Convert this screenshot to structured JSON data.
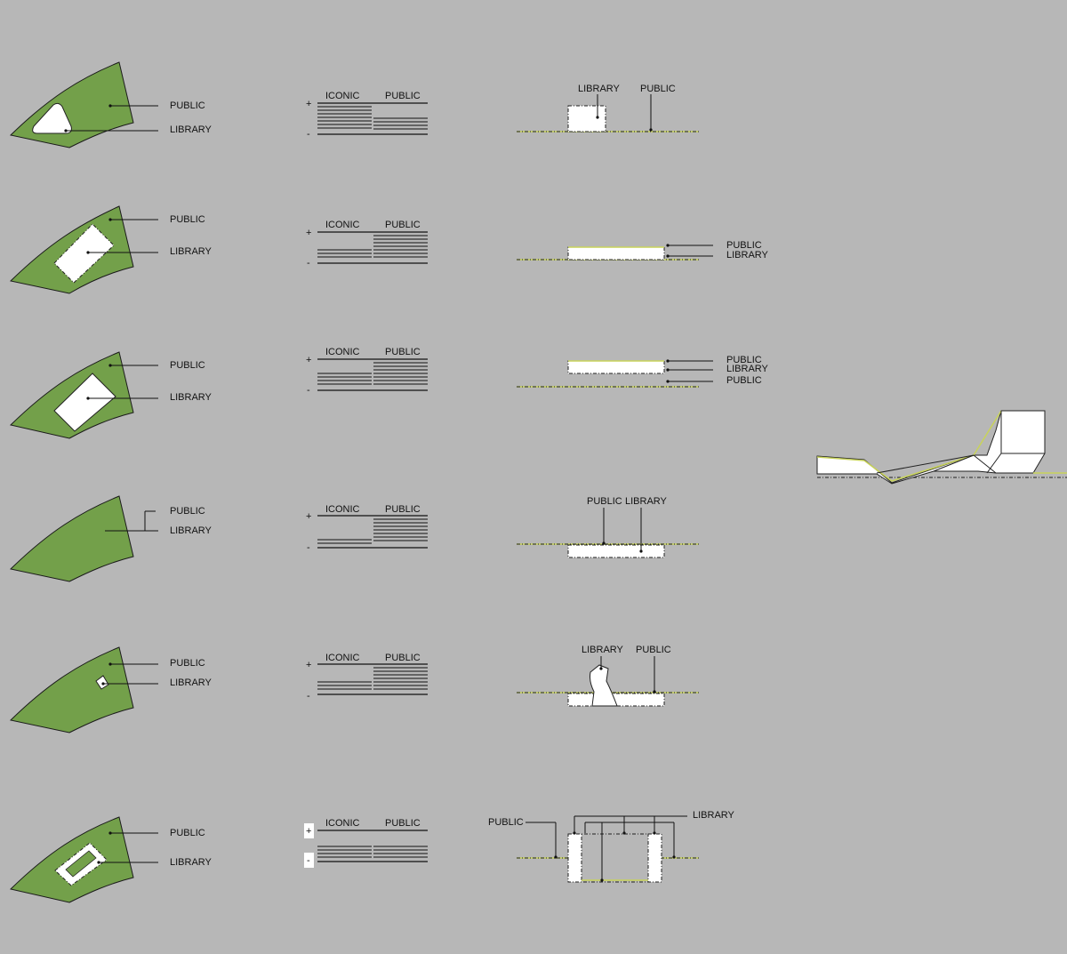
{
  "colors": {
    "background": "#b7b7b7",
    "site_green": "#73a04a",
    "ground_yellow": "#c8d35a",
    "white": "#ffffff",
    "line": "#111111"
  },
  "labels": {
    "public": "PUBLIC",
    "library": "LIBRARY",
    "iconic": "ICONIC",
    "plus": "+",
    "minus": "-"
  },
  "rows": [
    {
      "id": 1,
      "chart_axes": [
        "ICONIC",
        "PUBLIC"
      ],
      "plan_labels": [
        "PUBLIC",
        "LIBRARY"
      ],
      "section_labels": [
        "LIBRARY",
        "PUBLIC"
      ]
    },
    {
      "id": 2,
      "chart_axes": [
        "ICONIC",
        "PUBLIC"
      ],
      "plan_labels": [
        "PUBLIC",
        "LIBRARY"
      ],
      "section_labels": [
        "PUBLIC",
        "LIBRARY"
      ]
    },
    {
      "id": 3,
      "chart_axes": [
        "ICONIC",
        "PUBLIC"
      ],
      "plan_labels": [
        "PUBLIC",
        "LIBRARY"
      ],
      "section_labels": [
        "PUBLIC",
        "LIBRARY",
        "PUBLIC"
      ]
    },
    {
      "id": 4,
      "chart_axes": [
        "ICONIC",
        "PUBLIC"
      ],
      "plan_labels": [
        "PUBLIC",
        "LIBRARY"
      ],
      "section_labels": [
        "PUBLIC",
        "LIBRARY"
      ]
    },
    {
      "id": 5,
      "chart_axes": [
        "ICONIC",
        "PUBLIC"
      ],
      "plan_labels": [
        "PUBLIC",
        "LIBRARY"
      ],
      "section_labels": [
        "LIBRARY",
        "PUBLIC"
      ]
    },
    {
      "id": 6,
      "chart_axes": [
        "ICONIC",
        "PUBLIC"
      ],
      "plan_labels": [
        "PUBLIC",
        "LIBRARY"
      ],
      "section_labels": [
        "PUBLIC",
        "LIBRARY"
      ]
    }
  ]
}
